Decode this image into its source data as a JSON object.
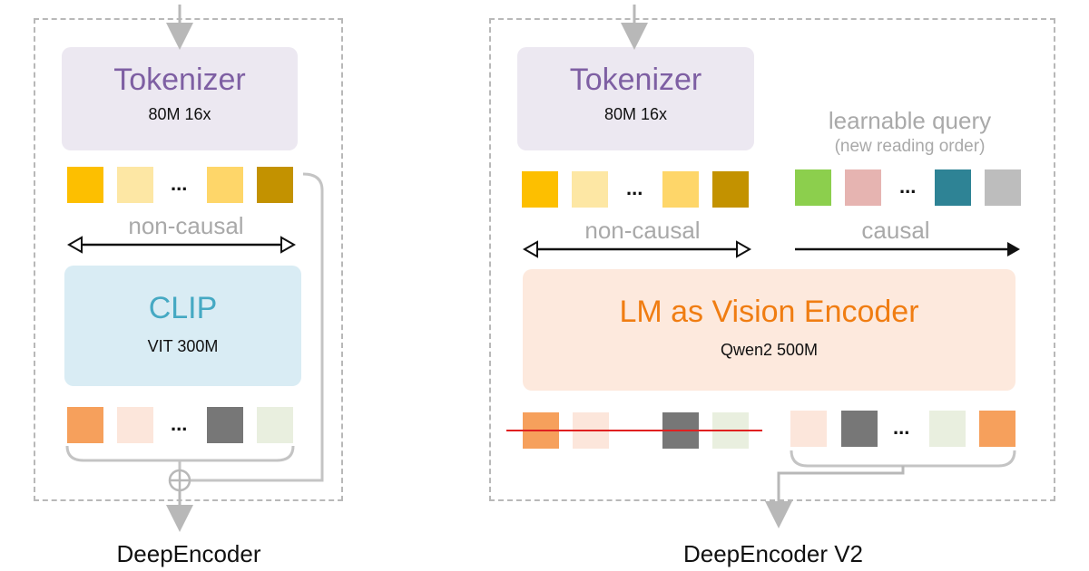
{
  "left": {
    "caption": "DeepEncoder",
    "tokenizer": {
      "title": "Tokenizer",
      "subtitle": "80M 16x"
    },
    "attention_label": "non-causal",
    "clip": {
      "title": "CLIP",
      "subtitle": "VIT 300M"
    },
    "ellipsis": "..."
  },
  "right": {
    "caption": "DeepEncoder V2",
    "tokenizer": {
      "title": "Tokenizer",
      "subtitle": "80M 16x"
    },
    "query": {
      "title": "learnable query",
      "subtitle": "(new reading order)"
    },
    "attention_label_left": "non-causal",
    "attention_label_right": "causal",
    "encoder": {
      "title": "LM as Vision Encoder",
      "subtitle": "Qwen2 500M"
    },
    "ellipsis": "..."
  },
  "colors": {
    "tokenizer_bg": "#ece8f1",
    "tokenizer_text": "#7e5fa3",
    "clip_bg": "#d9ecf4",
    "clip_text": "#45a9c3",
    "encoder_bg": "#fde9dd",
    "encoder_text": "#f07d12",
    "token_gold": "#fdbf00",
    "token_pale_yellow": "#fde7a4",
    "token_light_gold": "#fed669",
    "token_dark_gold": "#c39200",
    "token_green": "#8ccf4d",
    "token_pink": "#e6b4b1",
    "token_teal": "#2e8395",
    "token_gray": "#bdbdbd",
    "token_orange": "#f6a05c",
    "token_peach": "#fce6db",
    "token_dark_gray": "#777777",
    "token_pale_green": "#e9efdf",
    "strike_line": "#e02020"
  }
}
